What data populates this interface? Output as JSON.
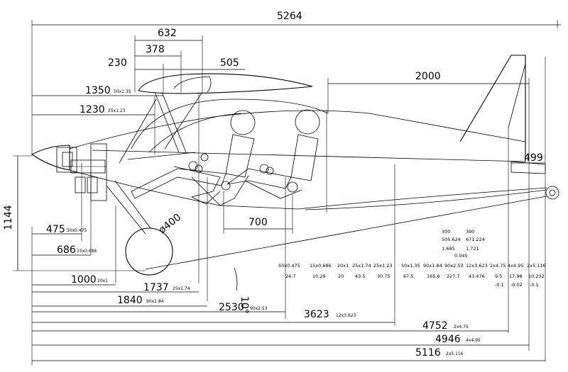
{
  "dimensions": {
    "overall_length": "5264",
    "wing_632": "632",
    "wing_378": "378",
    "wing_230": "230",
    "wing_505": "505",
    "tail_2000": "2000",
    "tail_499": "499",
    "height_1144": "1144",
    "prop_diameter": "ø400",
    "seat_700": "700",
    "angle": "10°"
  },
  "station_labels": [
    {
      "value": "1350",
      "sub": "50x1.35"
    },
    {
      "value": "1230",
      "sub": "25x1.23"
    },
    {
      "value": "475",
      "sub": "50x0.475"
    },
    {
      "value": "686",
      "sub": "15x0.686"
    },
    {
      "value": "1000",
      "sub": "20x1"
    },
    {
      "value": "1737",
      "sub": "25x1.74"
    },
    {
      "value": "1840",
      "sub": "90x1.84"
    },
    {
      "value": "2530",
      "sub": "90x2.53"
    },
    {
      "value": "3623",
      "sub": "12x3.623"
    },
    {
      "value": "4752",
      "sub": "2x4.75"
    },
    {
      "value": "4946",
      "sub": "4x4.95"
    },
    {
      "value": "5116",
      "sub": "2x5.116"
    }
  ],
  "table": {
    "headers": [
      "50x0.475",
      "15x0.686",
      "20x1",
      "25x1.74",
      "25x1.23",
      "50x1.35",
      "90x1.84",
      "90x2.53",
      "12x3.623",
      "2x4.75",
      "4x4.95",
      "2x5.116"
    ],
    "row1": [
      "24.7",
      "10.29",
      "20",
      "43.5",
      "30.75",
      "67.5",
      "165.6",
      "227.7",
      "43.476",
      "9.5",
      "17.98",
      "10.232"
    ],
    "row2": [
      "",
      "",
      "",
      "",
      "",
      "",
      "",
      "",
      "",
      "-0.1",
      "-0.02",
      "-0.1"
    ]
  },
  "totals": {
    "a1": "300",
    "a2": "390",
    "b1": "505.624",
    "b2": "671.224",
    "c1": "1.685",
    "c2": "1.721",
    "d": "0.045"
  }
}
